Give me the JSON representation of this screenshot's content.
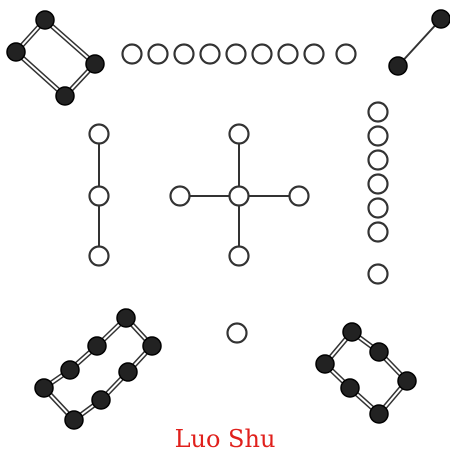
{
  "caption": "Luo Shu",
  "colors": {
    "caption": "#e0201c",
    "yin_dot": "#222222",
    "yang_dot": "#ffffff",
    "stroke": "#333333",
    "background": "#ffffff"
  },
  "groups": [
    {
      "id": "group-4",
      "count": 4,
      "kind": "yin",
      "position": "top-left"
    },
    {
      "id": "group-9",
      "count": 9,
      "kind": "yang",
      "position": "top-center"
    },
    {
      "id": "group-2",
      "count": 2,
      "kind": "yin",
      "position": "top-right"
    },
    {
      "id": "group-3",
      "count": 3,
      "kind": "yang",
      "position": "middle-left"
    },
    {
      "id": "group-5",
      "count": 5,
      "kind": "yang",
      "position": "center"
    },
    {
      "id": "group-7",
      "count": 7,
      "kind": "yang",
      "position": "middle-right"
    },
    {
      "id": "group-8",
      "count": 8,
      "kind": "yin",
      "position": "bottom-left"
    },
    {
      "id": "group-1",
      "count": 1,
      "kind": "yang",
      "position": "bottom-center"
    },
    {
      "id": "group-6",
      "count": 6,
      "kind": "yin",
      "position": "bottom-right"
    }
  ]
}
